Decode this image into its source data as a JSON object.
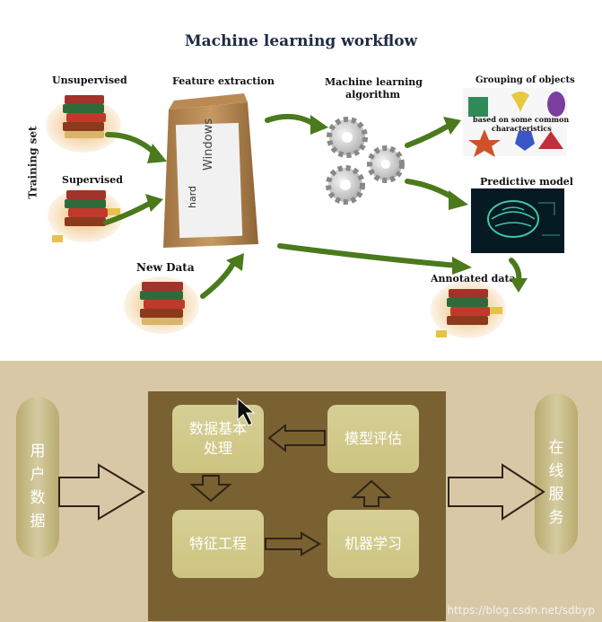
{
  "top": {
    "title": "Machine learning workflow",
    "training_set": "Training set",
    "unsupervised": "Unsupervised",
    "supervised": "Supervised",
    "feature_extraction": "Feature extraction",
    "new_data": "New Data",
    "ml_algorithm_1": "Machine learning",
    "ml_algorithm_2": "algorithm",
    "grouping": "Grouping of objects",
    "grouping_sub_1": "based on some common",
    "grouping_sub_2": "characteristics",
    "predictive_model": "Predictive model",
    "annotated_data": "Annotated data",
    "bag_words": "hard Windows"
  },
  "bottom": {
    "user_data": [
      "用",
      "户",
      "数",
      "据"
    ],
    "online_service": [
      "在",
      "线",
      "服",
      "务"
    ],
    "data_basic": [
      "数据基本",
      "处理"
    ],
    "model_eval": "模型评估",
    "feature_eng": "特征工程",
    "ml": "机器学习",
    "watermark": "https://blog.csdn.net/sdbyp"
  }
}
